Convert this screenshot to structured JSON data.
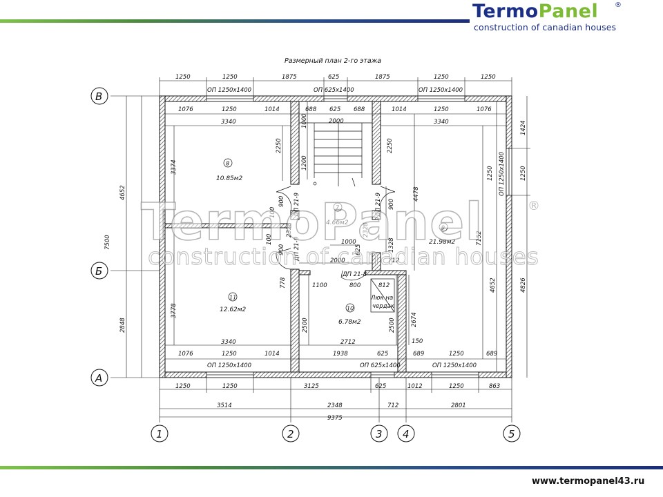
{
  "header": {
    "brand_part1": "Termo",
    "brand_part2": "Panel",
    "registered": "®",
    "tagline": "construction of canadian houses"
  },
  "footer": {
    "url": "www.termopanel43.ru"
  },
  "plan": {
    "title": "Размерный план 2-го этажа",
    "axes_rows": [
      "В",
      "Б",
      "А"
    ],
    "axes_cols": [
      "1",
      "2",
      "3",
      "4",
      "5"
    ],
    "top_dims": [
      "1250",
      "1250",
      "1875",
      "625",
      "1875",
      "1250",
      "1250"
    ],
    "top_windows": [
      "ОП 1250x1400",
      "ОП 625x1400",
      "ОП 1250x1400"
    ],
    "inner_top_dims": [
      "1076",
      "1250",
      "1014",
      "688",
      "625",
      "688",
      "1014",
      "1250",
      "1076"
    ],
    "room_widths": [
      "3340",
      "2000",
      "3340"
    ],
    "bottom_dims": [
      "1250",
      "1250",
      "3125",
      "625",
      "1012",
      "1250",
      "863"
    ],
    "bottom_windows": [
      "ОП 1250x1400",
      "ОП 625x1400",
      "ОП 1250x1400"
    ],
    "inner_bottom_dims": [
      "1076",
      "1250",
      "1014",
      "1938",
      "625",
      "689",
      "1250",
      "689"
    ],
    "room_widths_bottom": [
      "3340",
      "2712"
    ],
    "axis_dims": [
      "3514",
      "2348",
      "712",
      "2801"
    ],
    "total_width": "9375",
    "left_dims": [
      "4652",
      "7500",
      "2848"
    ],
    "right_dims": [
      "1424",
      "1250",
      "4826"
    ],
    "rooms": [
      {
        "num": "8",
        "area": "10.85м2"
      },
      {
        "num": "7",
        "area": "4.66м2"
      },
      {
        "num": "9",
        "area": "21.98м2"
      },
      {
        "num": "11",
        "area": "12.62м2"
      },
      {
        "num": "10",
        "area": "6.78м2"
      }
    ],
    "room_heights": [
      "3374",
      "2250",
      "2250",
      "3778",
      "2500",
      "2500",
      "7152",
      "4652",
      "4478",
      "2674"
    ],
    "stair_labels": [
      "1000",
      "1200",
      "2000",
      "1000",
      "625",
      "2000",
      "712"
    ],
    "doors": [
      "ДП 21-9",
      "ДП 21-9",
      "ДП 21-9",
      "ДП 21-8"
    ],
    "door_dims": [
      "900",
      "100",
      "2328",
      "100",
      "900",
      "778",
      "2328",
      "900",
      "1328"
    ],
    "right_window": "ОП 1250x1400",
    "right_window_dim": "1250",
    "bath_dims": [
      "1100",
      "800",
      "812",
      "150"
    ],
    "hatch": [
      "Люк на",
      "чердак"
    ]
  },
  "watermark": {
    "line1": "TermoPanel",
    "line2": "construction of canadian houses",
    "mark": "®"
  },
  "colors": {
    "brand_blue": "#1c2f86",
    "brand_green": "#7dbb35",
    "wall_hatch": "#555555"
  }
}
